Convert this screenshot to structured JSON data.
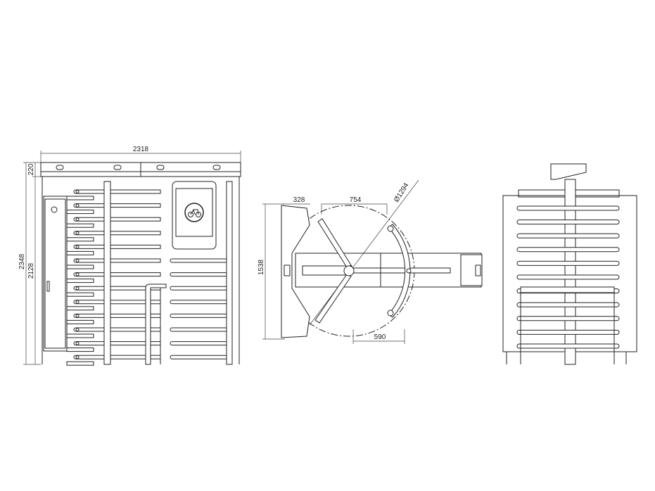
{
  "front_view": {
    "dim_width": "2318",
    "dim_header": "220",
    "dim_total_height": "2348",
    "dim_passage_height": "2128",
    "sign_icon": "bicycle-icon"
  },
  "top_view": {
    "dim_frame_depth": "328",
    "dim_radius": "754",
    "dim_diameter": "Ø1294",
    "dim_length": "1538",
    "dim_arm": "590"
  },
  "colors": {
    "line": "#222222",
    "background": "#ffffff"
  }
}
